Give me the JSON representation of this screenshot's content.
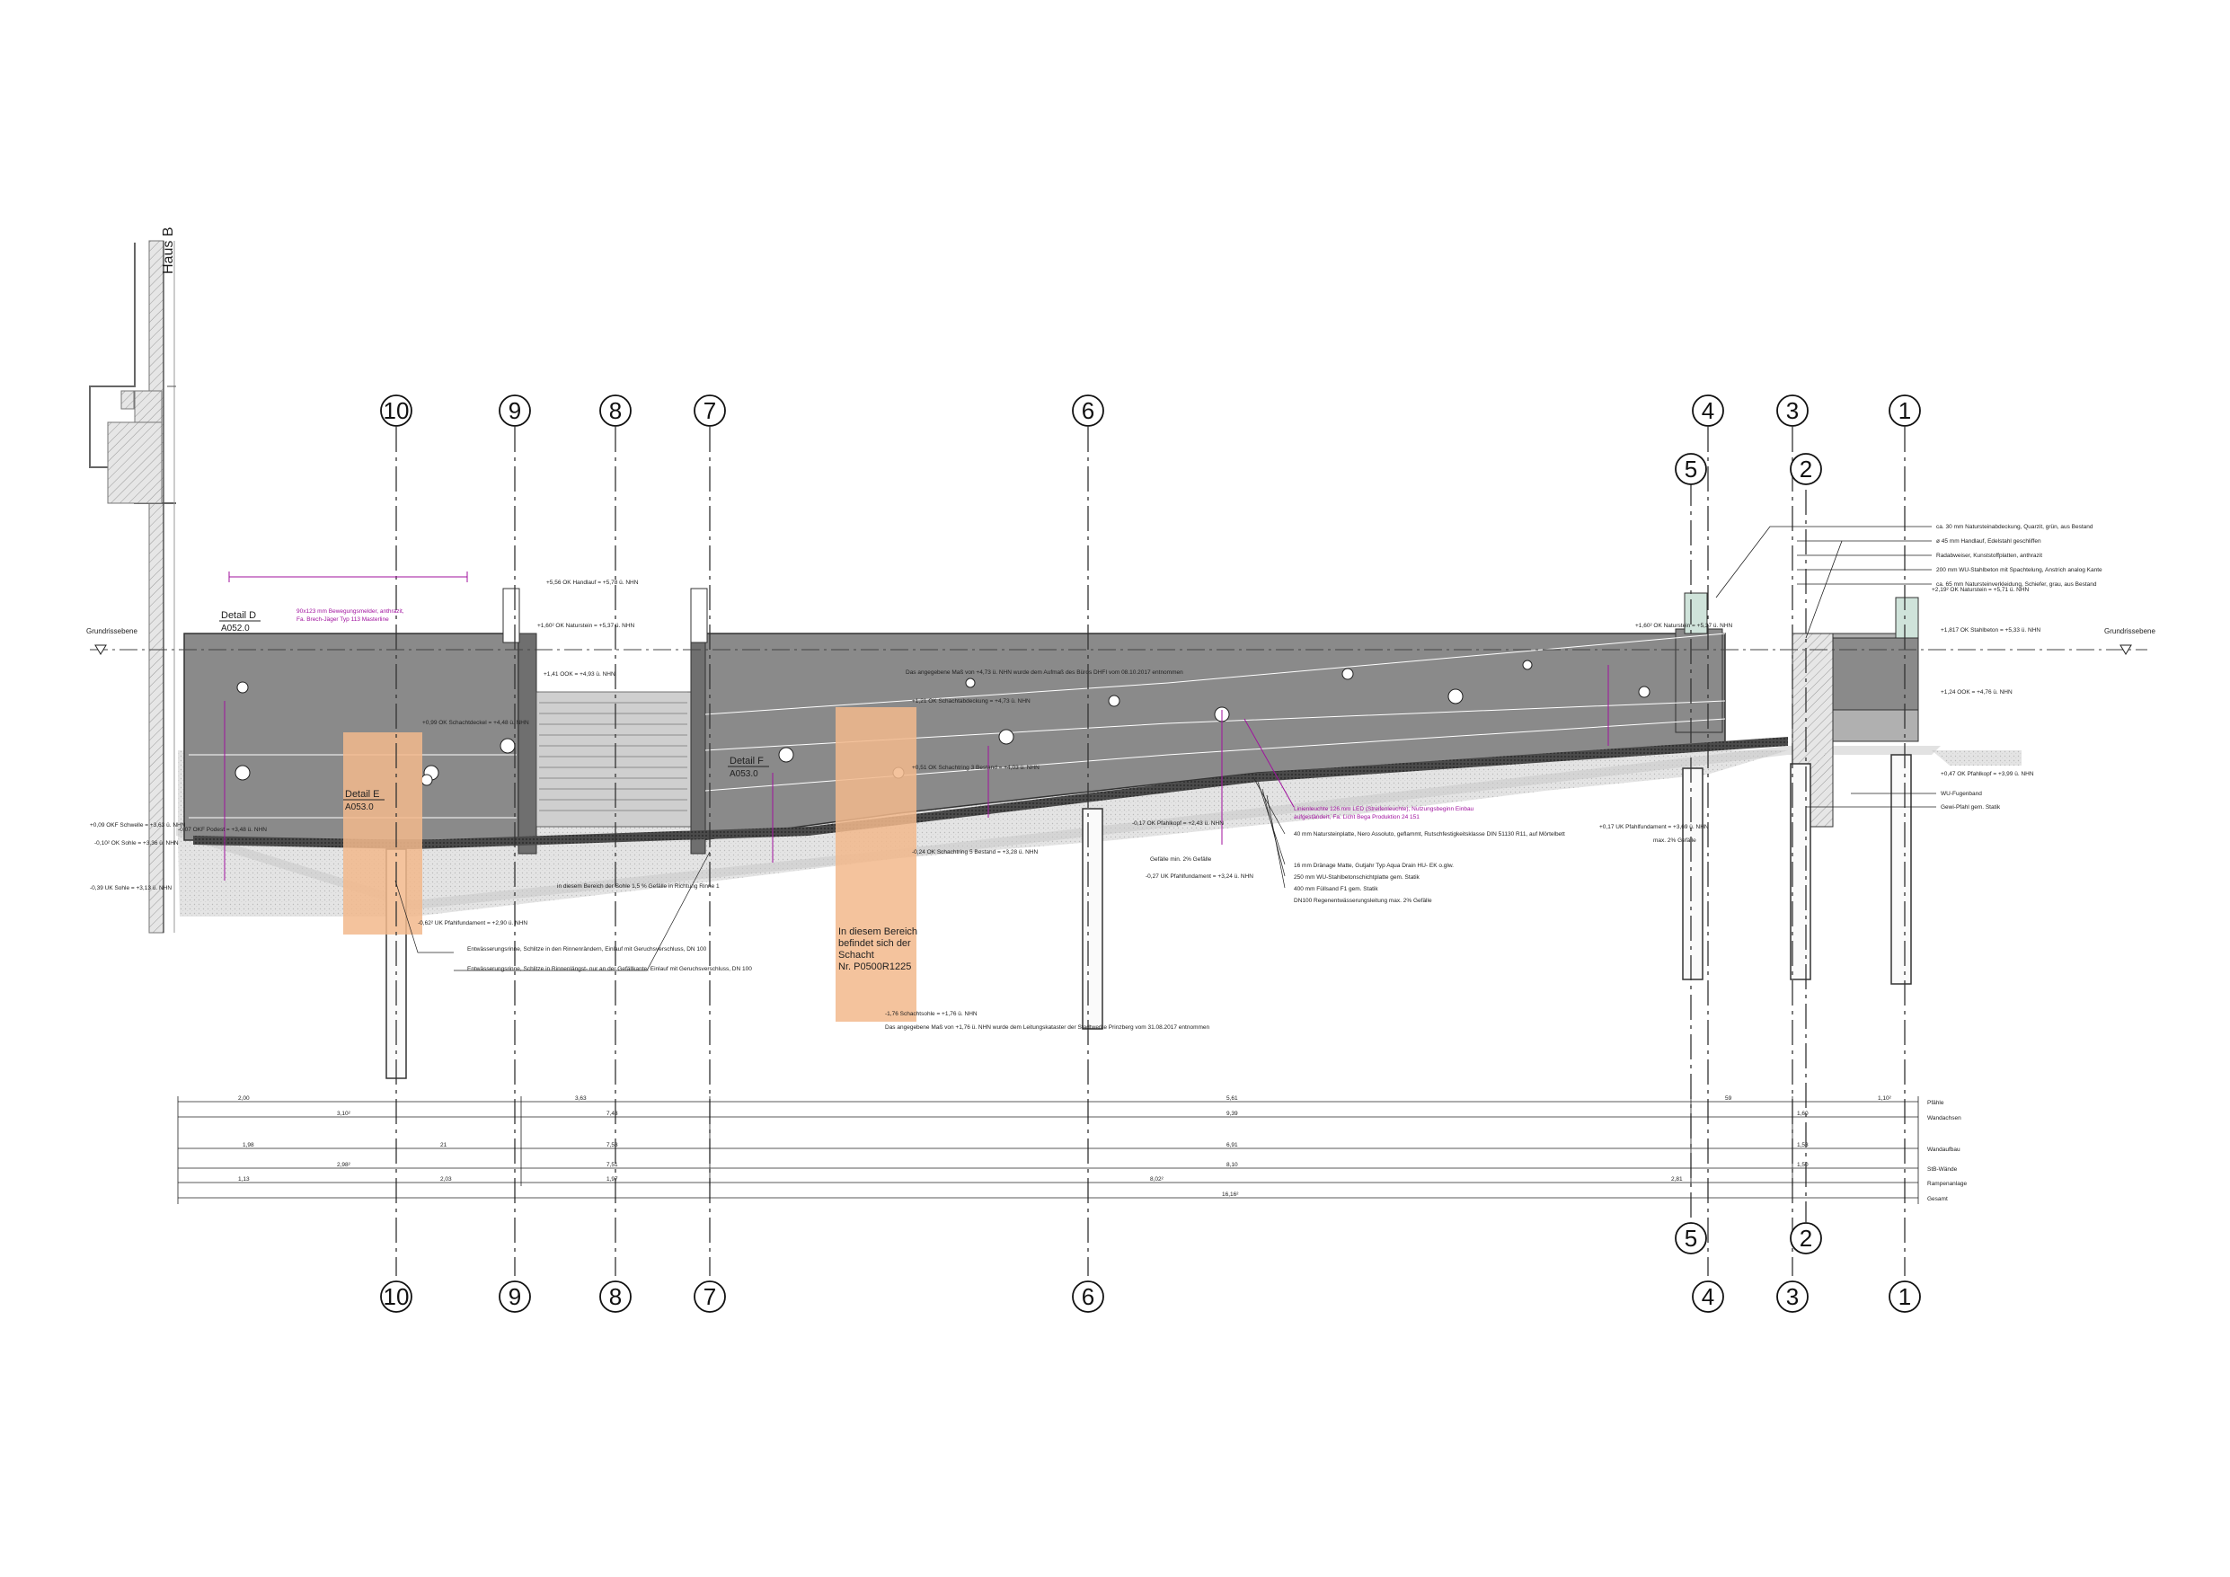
{
  "building_label": "Haus B",
  "plane_label": "Grundrissebene",
  "axes_top": [
    "10",
    "9",
    "8",
    "7",
    "6",
    "4",
    "3",
    "1"
  ],
  "axes_top_second": [
    "5",
    "2"
  ],
  "axes_bottom_first": [
    "5",
    "2"
  ],
  "axes_bottom": [
    "10",
    "9",
    "8",
    "7",
    "6",
    "4",
    "3",
    "1"
  ],
  "details": {
    "D": {
      "title": "Detail D",
      "ref": "A052.0"
    },
    "E": {
      "title": "Detail E",
      "ref": "A053.0"
    },
    "F": {
      "title": "Detail F",
      "ref": "A053.0"
    }
  },
  "manhole_note": {
    "lines": [
      "In diesem Bereich",
      "befindet sich der",
      "Schacht",
      "Nr. P0500R1225"
    ]
  },
  "magenta_notes": {
    "top_left": [
      "90x123 mm Bewegungsmelder, anthrazit,",
      "Fa. Brech-Jäger Typ 113 Masterline"
    ],
    "ramp": [
      "Linienleuchte 126 mm LED (Streifenleuchte), Nutzungsbeginn Einbau",
      "aufgeständert, Fa. Licht Bega Produktion 24 151"
    ]
  },
  "levels": [
    "+5,56 OK Handlauf = +5,78 ü. NHN",
    "+1,60² OK Naturstein = +5,37 ü. NHN",
    "+1,41 OOK = +4,93 ü. NHN",
    "+0,99 OK Schachtdeckel = +4,48 ü. NHN",
    "+1,21 OK Schachtabdeckung = +4,73 ü. NHN",
    "+0,51 OK Schachtring 3 Bestand = +4,03 ü. NHN",
    "-0,24 OK Schachtring 5 Bestand = +3,28 ü. NHN",
    "+0,09 OKF Schwelle = +3,63 ü. NHN",
    "-0,10² OK Sohle = +3,36 ü. NHN",
    "-0,39 UK Sohle = +3,13 ü. NHN",
    "-0,07 OKF Podest = +3,48 ü. NHN",
    "-0,62² UK Pfahlfundament = +2,90 ü. NHN",
    "-0,17 OK Pfahlkopf = +2,43 ü. NHN",
    "-0,27 UK Pfahlfundament = +3,24 ü. NHN",
    "+0,17 UK Pfahlfundament = +3,69 ü. NHN",
    "-1,76 Schachtsohle = +1,76 ü. NHN",
    "+1,60² OK Naturstein = +5,37 ü. NHN",
    "+1,817 OK Stahlbeton = +5,33 ü. NHN",
    "+1,24 OOK = +4,76 ü. NHN",
    "+0,47 OK Pfahlkopf = +3,99 ü. NHN",
    "+2,19² OK Naturstein = +5,71 ü. NHN"
  ],
  "layer_legend_right": [
    "ca. 30 mm Natursteinabdeckung, Quarzit, grün, aus Bestand",
    "ø 45 mm Handlauf, Edelstahl geschliffen",
    "Radabweiser, Kunststoffplatten, anthrazit",
    "200 mm WU-Stahlbeton mit Spachtelung, Anstrich analog Kante",
    "ca. 65 mm Natursteinverkleidung, Schiefer, grau, aus Bestand"
  ],
  "layer_legend_ramp": [
    "40 mm Natursteinplatte, Nero Assoluto, geflammt, Rutschfestigkeitsklasse DIN 51130 R11, auf Mörtelbett",
    "16 mm Dränage Matte, Gutjahr Typ Aqua Drain HU- EK o.glw.",
    "250 mm WU-Stahlbetonschichtplatte gem. Statik",
    "400 mm Füllsand F1 gem. Statik",
    "DN100 Regenentwässerungsleitung max. 2% Gefälle"
  ],
  "right_side_notes": [
    "WU-Fugenband",
    "Gewi-Pfahl gem. Statik"
  ],
  "drain_notes": [
    "Entwässerungsrinne, Schlitze in den Rinnenrändern, Einlauf mit Geruchsverschluss, DN 100",
    "Entwässerungsrinne, Schlitze in Rinnenlängst- nur an der Gefällkante, Einlauf mit Geruchsverschluss, DN 100"
  ],
  "ramp_notes": [
    "Das angegebene Maß von +4,73 ü. NHN wurde dem Aufmaß des Büros DHFI vom 08.10.2017 entnommen",
    "Das angegebene Maß von +1,76 ü. NHN wurde dem Leitungskataster der Stadtwerke Prinzberg vom 31.08.2017 entnommen",
    "in diesem Bereich der Sohle 1,5 % Gefälle in Richtung Rinne 1",
    "Gefälle min. 2% Gefälle",
    "max. 2% Gefälle"
  ],
  "dimension_rows": [
    {
      "label": "Pfähle",
      "values": [
        "2,00",
        "3,63",
        "5,61",
        "59",
        "1,10²"
      ]
    },
    {
      "label": "Wandachsen",
      "values": [
        "3,10²",
        "7,43",
        "9,39",
        "1,60",
        ""
      ]
    },
    {
      "label": "Wandaufbau",
      "values": [
        "1,98",
        "21",
        "7,53",
        "6,91",
        "1,53"
      ]
    },
    {
      "label": "StB-Wände",
      "values": [
        "2,98²",
        "7,51",
        "8,10",
        "1,50",
        ""
      ]
    },
    {
      "label": "Rampenanlage",
      "values": [
        "1,13",
        "2,03",
        "1,97",
        "8,02²",
        "2,81"
      ]
    },
    {
      "label": "Gesamt",
      "values": [
        "16,16²"
      ]
    }
  ],
  "colors": {
    "accent_magenta": "#a0119e",
    "orange_zone": "#f2b98c",
    "section_gray": "#8a8a8a",
    "soil_gray": "#d5d5d5"
  }
}
